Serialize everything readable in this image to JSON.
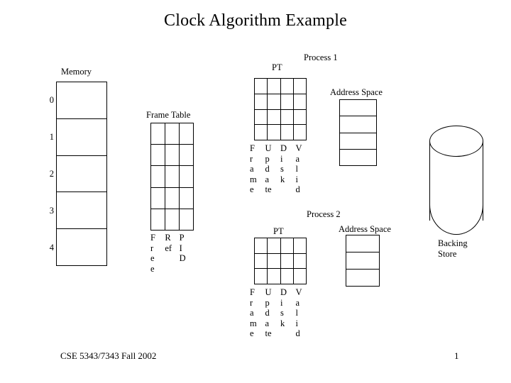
{
  "slide": {
    "title": "Clock Algorithm Example",
    "footer_left": "CSE 5343/7343 Fall 2002",
    "page_number": "1"
  },
  "memory": {
    "label": "Memory",
    "row_labels": [
      "0",
      "1",
      "2",
      "3",
      "4"
    ],
    "rows": 5,
    "cols": 1
  },
  "frame_table": {
    "label": "Frame Table",
    "rows": 5,
    "cols": 3,
    "column_captions": [
      "Free",
      "Ref",
      "PID"
    ],
    "column_captions_stacked": [
      "F\nr\ne\ne",
      "R\nef",
      "P\nI\nD"
    ]
  },
  "process1": {
    "label": "Process 1",
    "page_table": {
      "label": "PT",
      "rows": 4,
      "cols": 4,
      "column_captions": [
        "Frame",
        "Update",
        "Disk",
        "Valid"
      ],
      "column_captions_stacked": [
        "F\nr\na\nm\ne",
        "U\np\nd\na\nte",
        "D\ni\ns\nk",
        "V\na\nl\ni\nd"
      ]
    },
    "address_space": {
      "label": "Address Space",
      "rows": 4,
      "cols": 1
    }
  },
  "process2": {
    "label": "Process 2",
    "page_table": {
      "label": "PT",
      "rows": 3,
      "cols": 4,
      "column_captions": [
        "Frame",
        "Update",
        "Disk",
        "Valid"
      ],
      "column_captions_stacked": [
        "F\nr\na\nm\ne",
        "U\np\nd\na\nte",
        "D\ni\ns\nk",
        "V\na\nl\ni\nd"
      ]
    },
    "address_space": {
      "label": "Address Space",
      "rows": 3,
      "cols": 1
    }
  },
  "backing_store": {
    "label_line1": "Backing",
    "label_line2": "Store"
  },
  "colors": {
    "background": "#ffffff",
    "stroke": "#000000",
    "text": "#000000"
  }
}
